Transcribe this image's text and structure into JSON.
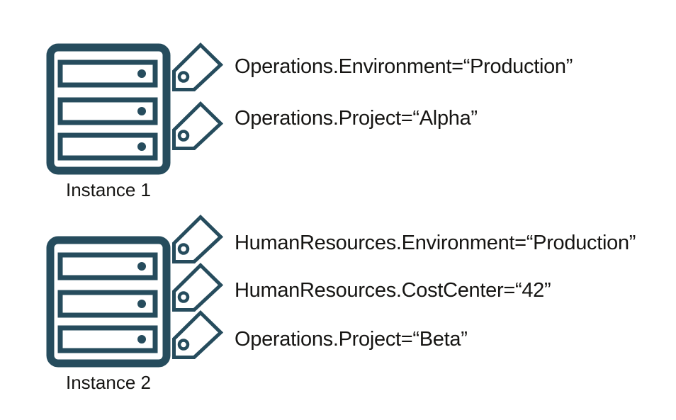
{
  "colors": {
    "accent": "#264C5D",
    "text": "#161513",
    "background": "#FFFFFF"
  },
  "instances": [
    {
      "label": "Instance 1",
      "icon": "server-icon",
      "tags": [
        {
          "icon": "tag-icon",
          "text": "Operations.Environment=“Production”"
        },
        {
          "icon": "tag-icon",
          "text": "Operations.Project=“Alpha”"
        }
      ]
    },
    {
      "label": "Instance 2",
      "icon": "server-icon",
      "tags": [
        {
          "icon": "tag-icon",
          "text": "HumanResources.Environment=“Production”"
        },
        {
          "icon": "tag-icon",
          "text": "HumanResources.CostCenter=“42”"
        },
        {
          "icon": "tag-icon",
          "text": "Operations.Project=“Beta”"
        }
      ]
    }
  ]
}
